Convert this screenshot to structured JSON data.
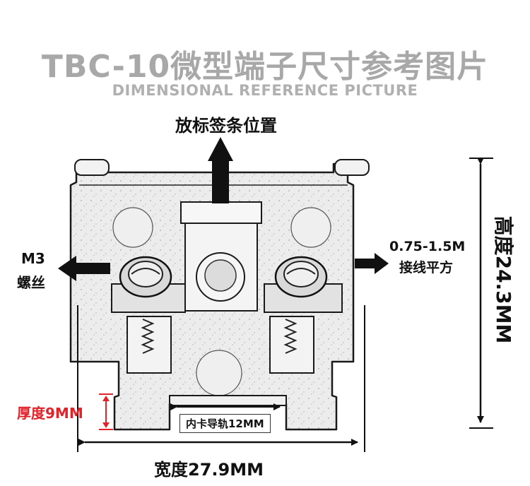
{
  "title": "TBC-10微型端子尺寸参考图片",
  "subtitle": "DIMENSIONAL REFERENCE PICTURE",
  "labels": {
    "label_position": "放标签条位置",
    "screw_spec": "M3",
    "screw_word": "螺丝",
    "wire_range": "0.75-1.5M",
    "wire_word": "接线平方",
    "height": "高度24.3MM",
    "thickness": "厚度9MM",
    "rail": "内卡导轨12MM",
    "width": "宽度27.9MM"
  },
  "colors": {
    "title": "#a8a8a8",
    "thickness_label": "#e0222a",
    "body": "#ececec",
    "outline": "#1a1a1a"
  }
}
